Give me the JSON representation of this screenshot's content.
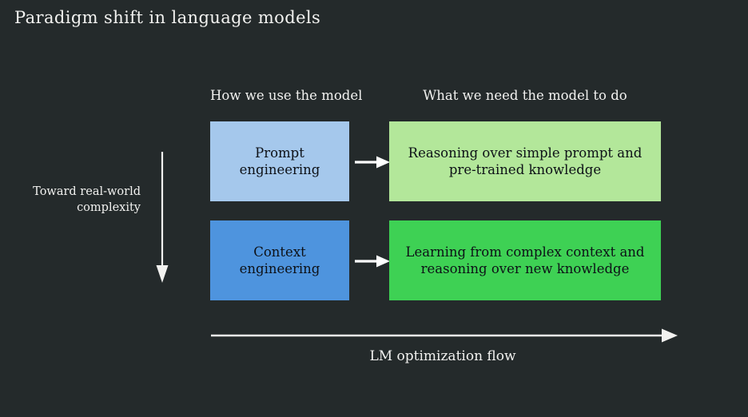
{
  "title": "Paradigm shift in language models",
  "background_color": "#242a2b",
  "text_color": "#f2f2f0",
  "columns": {
    "left_header": "How we use the model",
    "right_header": "What we need the model to do"
  },
  "axis": {
    "vertical_label_line1": "Toward real-world",
    "vertical_label_line2": "complexity",
    "horizontal_label": "LM optimization flow"
  },
  "rows": [
    {
      "use": {
        "line1": "Prompt",
        "line2": "engineering",
        "color": "#a5c8ec"
      },
      "need": {
        "line1": "Reasoning over simple prompt and",
        "line2": "pre-trained knowledge",
        "color": "#b3e79a"
      }
    },
    {
      "use": {
        "line1": "Context",
        "line2": "engineering",
        "color": "#4e94de"
      },
      "need": {
        "line1": "Learning from complex context and",
        "line2": "reasoning over new knowledge",
        "color": "#3ed154"
      }
    }
  ]
}
